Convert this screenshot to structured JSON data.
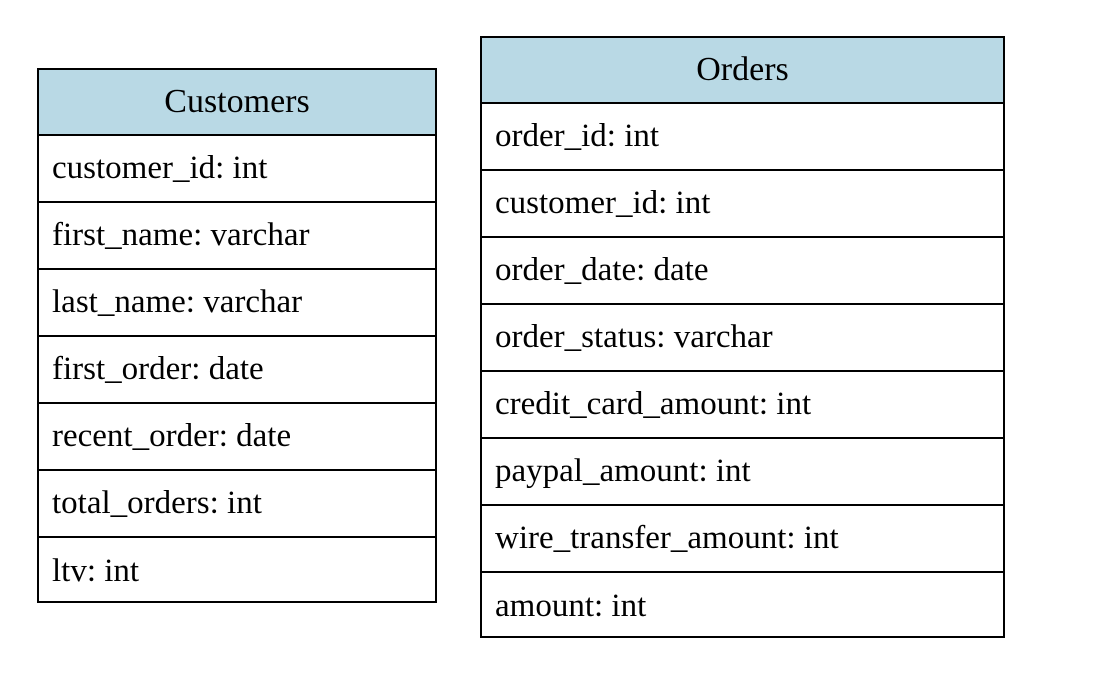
{
  "colors": {
    "header_fill": "#b9d9e5",
    "border": "#000000",
    "background": "#ffffff"
  },
  "tables": {
    "customers": {
      "title": "Customers",
      "fields": [
        "customer_id: int",
        "first_name: varchar",
        "last_name: varchar",
        "first_order: date",
        "recent_order: date",
        "total_orders: int",
        "ltv: int"
      ]
    },
    "orders": {
      "title": "Orders",
      "fields": [
        "order_id: int",
        "customer_id: int",
        "order_date: date",
        "order_status: varchar",
        "credit_card_amount: int",
        "paypal_amount: int",
        "wire_transfer_amount: int",
        "amount: int"
      ]
    }
  }
}
